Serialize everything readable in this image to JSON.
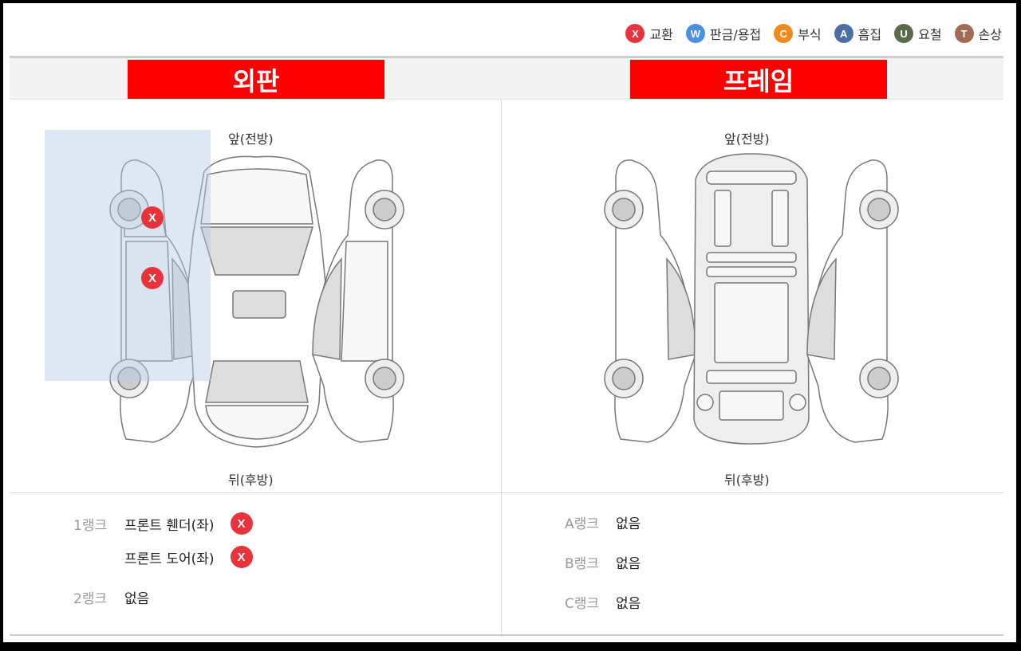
{
  "legend": [
    {
      "letter": "X",
      "label": "교환",
      "color": "#e8323c",
      "icon": "exchange-icon"
    },
    {
      "letter": "W",
      "label": "판금/용접",
      "color": "#4a8fe0",
      "icon": "welding-icon"
    },
    {
      "letter": "C",
      "label": "부식",
      "color": "#f08a1c",
      "icon": "corrosion-icon"
    },
    {
      "letter": "A",
      "label": "흠집",
      "color": "#4a6fa0",
      "icon": "scratch-icon"
    },
    {
      "letter": "U",
      "label": "요철",
      "color": "#5a6b4a",
      "icon": "dent-icon"
    },
    {
      "letter": "T",
      "label": "손상",
      "color": "#a06a55",
      "icon": "damage-icon"
    }
  ],
  "sections": {
    "exterior": {
      "title": "외판",
      "front_label": "앞(전방)",
      "rear_label": "뒤(후방)",
      "marker_letter": "X",
      "ranks": [
        {
          "label": "1랭크",
          "items": [
            {
              "value": "프론트 휀더(좌)",
              "marker": "X"
            },
            {
              "value": "프론트 도어(좌)",
              "marker": "X"
            }
          ]
        },
        {
          "label": "2랭크",
          "items": [
            {
              "value": "없음"
            }
          ]
        }
      ]
    },
    "frame": {
      "title": "프레임",
      "front_label": "앞(전방)",
      "rear_label": "뒤(후방)",
      "ranks": [
        {
          "label": "A랭크",
          "value": "없음"
        },
        {
          "label": "B랭크",
          "value": "없음"
        },
        {
          "label": "C랭크",
          "value": "없음"
        }
      ]
    }
  }
}
